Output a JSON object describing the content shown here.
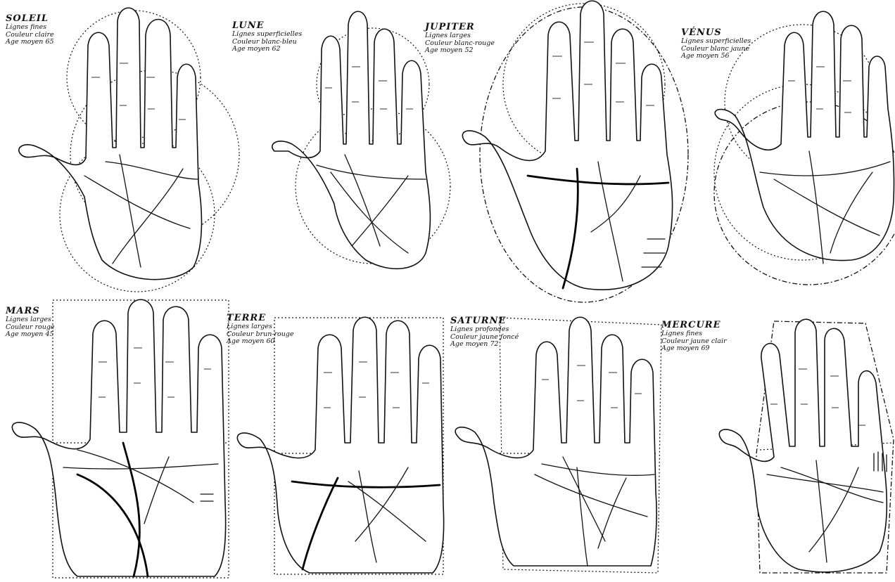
{
  "panels": [
    {
      "type": "Soleil",
      "title": "SOLEIL",
      "lines": [
        "Lignes fines",
        "Couleur claire",
        "Age moyen 65"
      ]
    },
    {
      "type": "Lune",
      "title": "LUNE",
      "lines": [
        "Lignes superficielles",
        "Couleur blanc-bleu",
        "Age moyen 62"
      ]
    },
    {
      "type": "Jupiter",
      "title": "JUPITER",
      "lines": [
        "Lignes larges",
        "Couleur blanc-rouge",
        "Age moyen 52"
      ]
    },
    {
      "type": "Venus",
      "title": "VÉNUS",
      "lines": [
        "Lignes superficielles",
        "Couleur blanc jaune",
        "Age moyen 56"
      ]
    },
    {
      "type": "Mars",
      "title": "MARS",
      "lines": [
        "Lignes larges",
        "Couleur rouge",
        "Age moyen 45"
      ]
    },
    {
      "type": "Terre",
      "title": "TERRE",
      "lines": [
        "Lignes larges",
        "Couleur brun-rouge",
        "Age moyen 60"
      ]
    },
    {
      "type": "Saturne",
      "title": "SATURNE",
      "lines": [
        "Lignes profondes",
        "Couleur jaune foncé",
        "Age moyen 72"
      ]
    },
    {
      "type": "Mercure",
      "title": "MERCURE",
      "lines": [
        "Lignes fines",
        "Couleur jaune clair",
        "Age moyen 69"
      ]
    }
  ]
}
